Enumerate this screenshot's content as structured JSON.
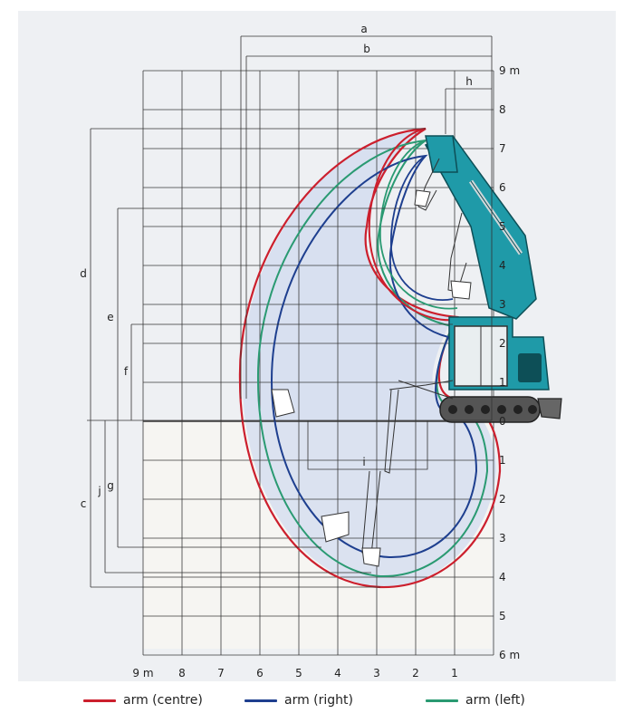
{
  "diagram": {
    "unit_label": "m",
    "dimension_letters": [
      "a",
      "b",
      "c",
      "d",
      "e",
      "f",
      "g",
      "h",
      "i",
      "j"
    ],
    "x_tick_labels": [
      "9 m",
      "8",
      "7",
      "6",
      "5",
      "4",
      "3",
      "2",
      "1"
    ],
    "y_up_labels": [
      "9 m",
      "8",
      "7",
      "6",
      "5",
      "4",
      "3",
      "2",
      "1",
      "0"
    ],
    "y_down_labels": [
      "1",
      "2",
      "3",
      "4",
      "5",
      "6 m"
    ]
  },
  "legend": [
    {
      "label": "arm (centre)",
      "color": "#cc1f2d"
    },
    {
      "label": "arm (right)",
      "color": "#1e3f8f"
    },
    {
      "label": "arm (left)",
      "color": "#2a9a72"
    }
  ],
  "colors": {
    "panel_bg": "#eef0f3",
    "below_ground": "#f6f5f2",
    "grid": "#3a3a3a",
    "envelope_fill": "#c9d6ee",
    "machine": "#1f9aa8",
    "dimension": "#333333"
  },
  "icons": [
    "excavator-icon",
    "arm-outline-icon",
    "bucket-outline-icon"
  ]
}
